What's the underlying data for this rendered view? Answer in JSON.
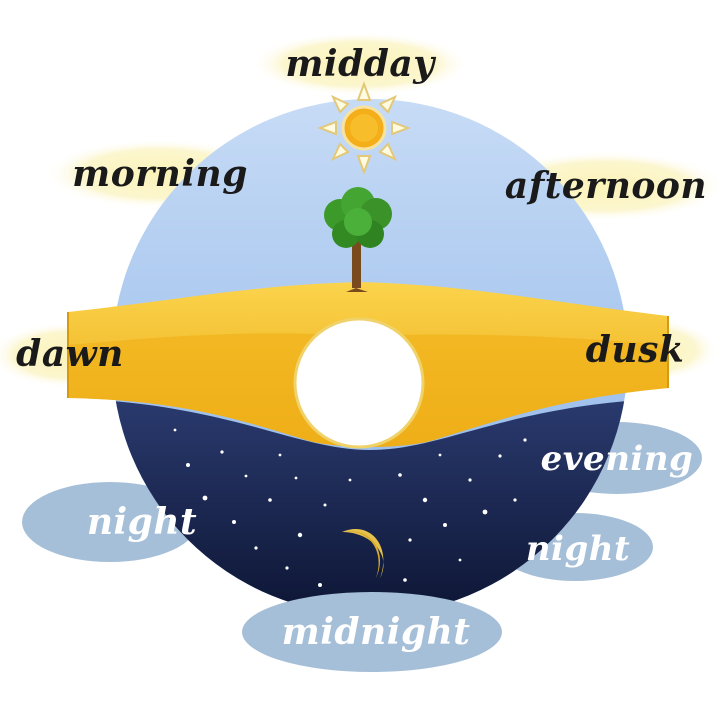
{
  "labels": {
    "midday": "midday",
    "morning": "morning",
    "afternoon": "afternoon",
    "dawn": "dawn",
    "dusk": "dusk",
    "evening": "evening",
    "night_left": "night",
    "night_right": "night",
    "midnight": "midnight"
  },
  "colors": {
    "sky": "#8fb8ea",
    "sky_light": "#c9def6",
    "ground": "#f2b51c",
    "ground_light": "#f9d24f",
    "night": "#1c2a52",
    "night_deep": "#0c1430",
    "label_halo_day": "#fbf6c8",
    "label_halo_night": "#a9c3db",
    "sun": "#f6b51d",
    "moon": "#e6c24d",
    "tree": "#3f9b2e",
    "trunk": "#7a4a1f"
  },
  "icons": [
    "sun-icon",
    "tree-icon",
    "moon-icon",
    "star-icons"
  ]
}
